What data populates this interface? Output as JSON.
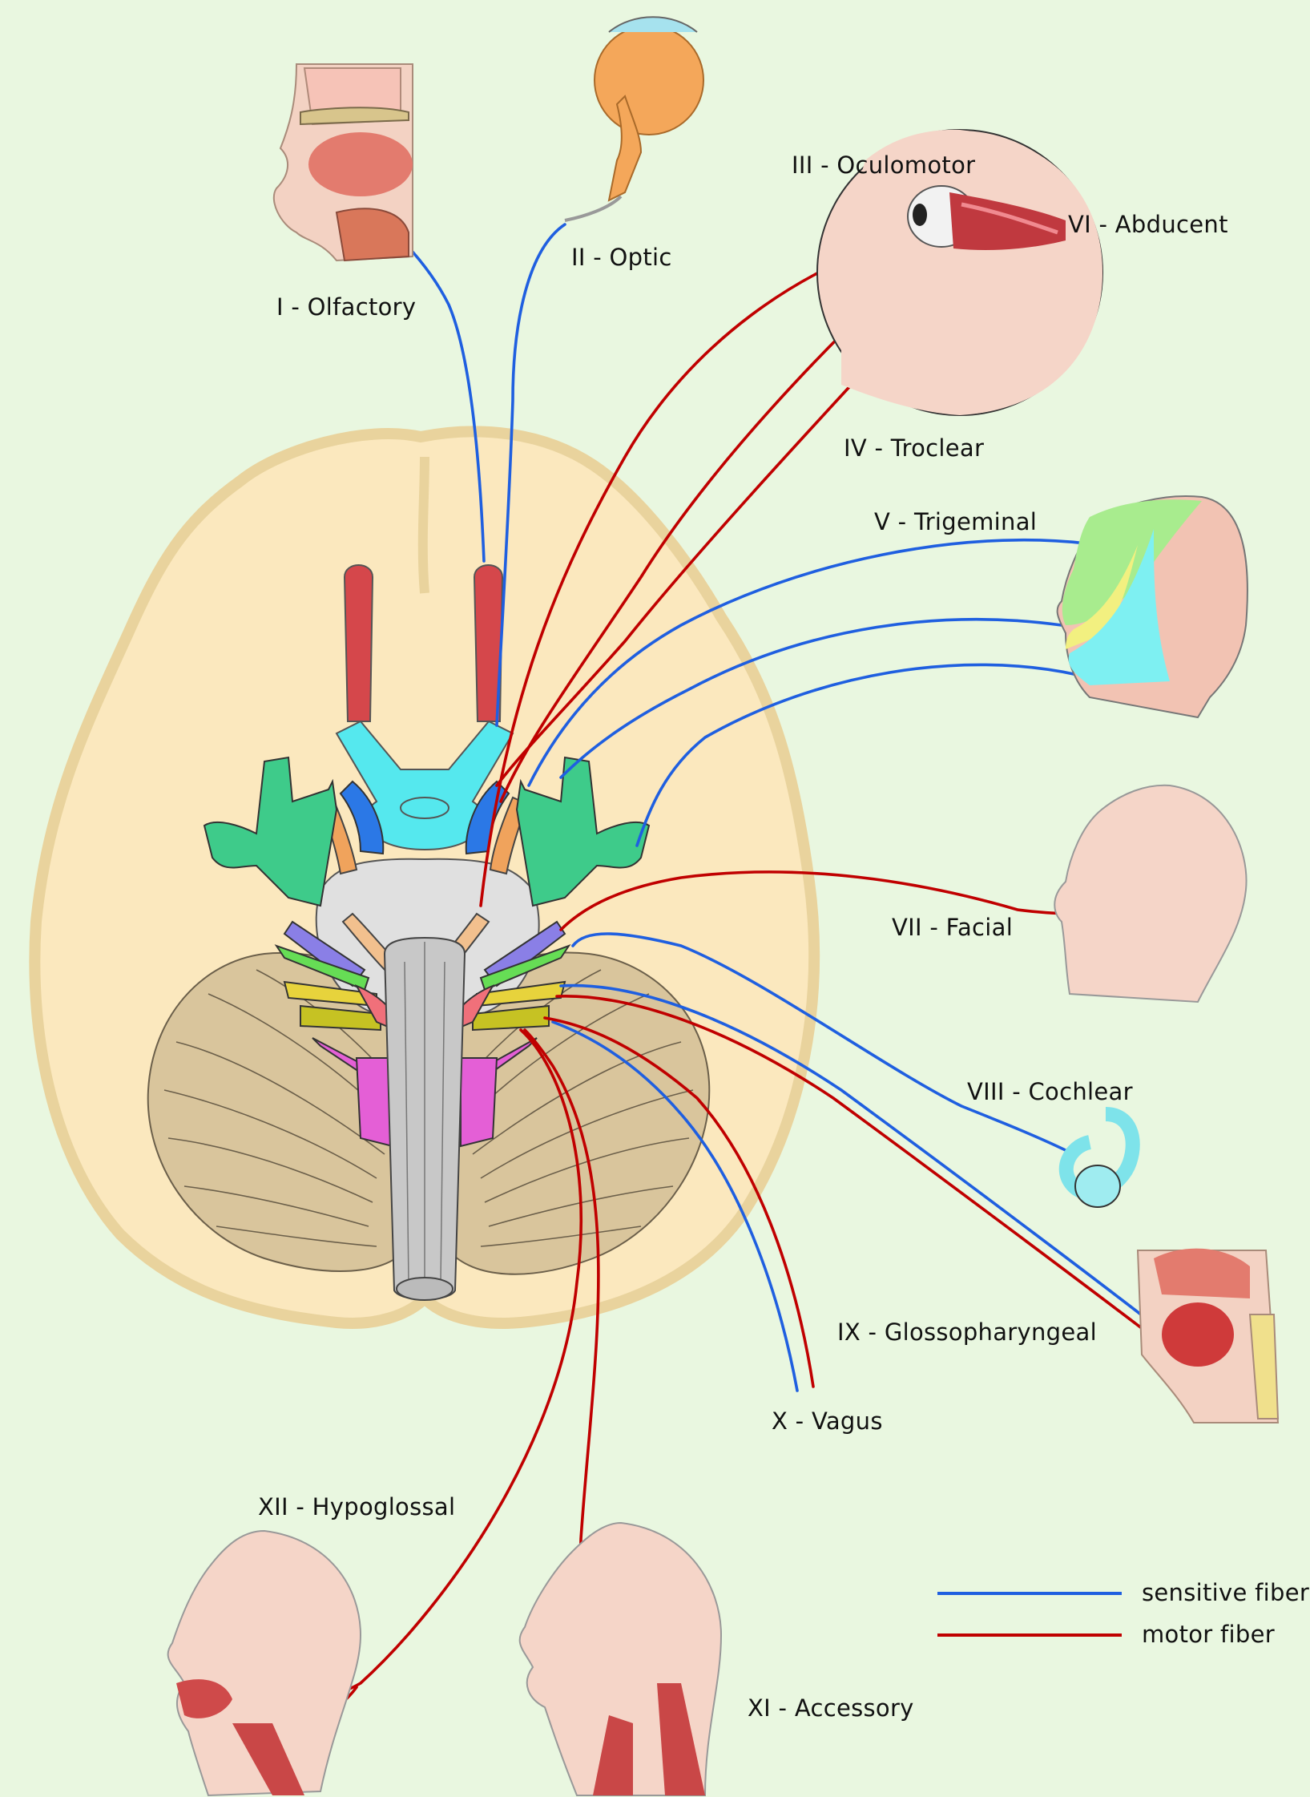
{
  "nerves": [
    {
      "label": "I - Olfactory",
      "fiber": "sensitive"
    },
    {
      "label": "II - Optic",
      "fiber": "sensitive"
    },
    {
      "label": "III - Oculomotor",
      "fiber": "motor"
    },
    {
      "label": "VI - Abducent",
      "fiber": "motor"
    },
    {
      "label": "IV - Troclear",
      "fiber": "motor"
    },
    {
      "label": "V - Trigeminal",
      "fiber": "sensitive"
    },
    {
      "label": "VII - Facial",
      "fiber": "motor"
    },
    {
      "label": "VIII - Cochlear",
      "fiber": "sensitive"
    },
    {
      "label": "IX - Glossopharyngeal",
      "fiber": "both"
    },
    {
      "label": "X - Vagus",
      "fiber": "both"
    },
    {
      "label": "XII - Hypoglossal",
      "fiber": "motor"
    },
    {
      "label": "XI - Accessory",
      "fiber": "motor"
    }
  ],
  "legend": [
    {
      "label": "sensitive fiber",
      "color": "#1f5fe0"
    },
    {
      "label": "motor fiber",
      "color": "#c00000"
    }
  ],
  "colors": {
    "background": "#e9f7e0",
    "sensitive": "#1f5fe0",
    "motor": "#c00000",
    "brain": "#fbe8be",
    "brain_outline": "#e9d39d",
    "cerebellum": "#d9c59c",
    "skin": "#f5d5c8"
  }
}
